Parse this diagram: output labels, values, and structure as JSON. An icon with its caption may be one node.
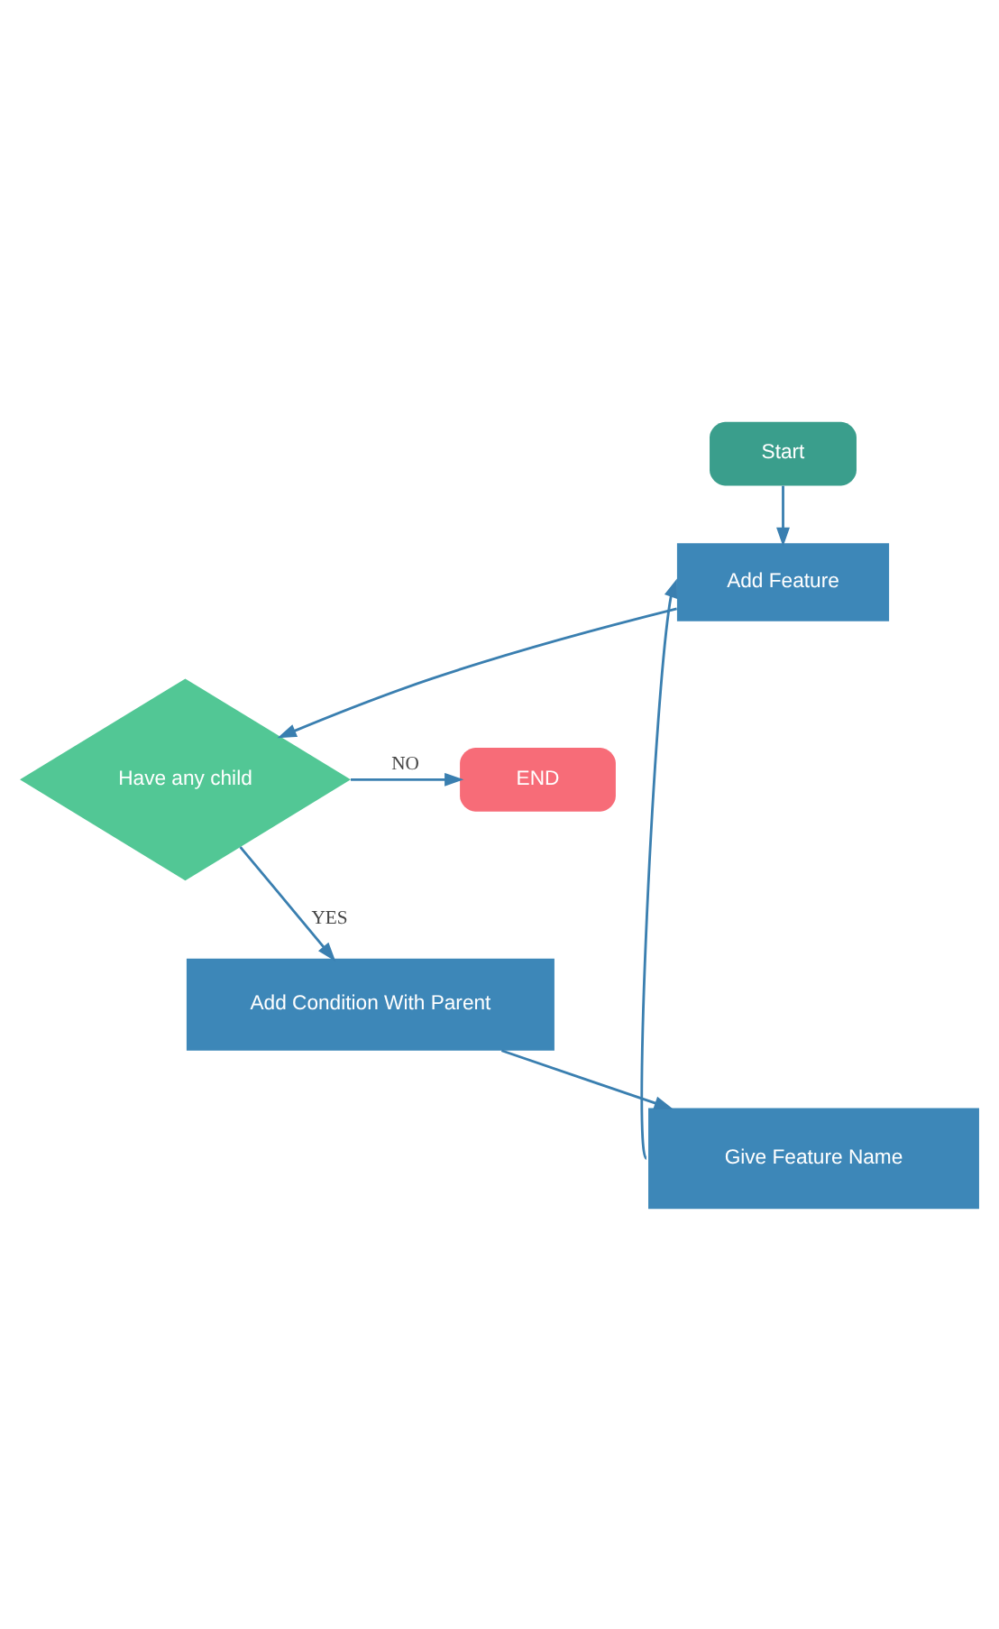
{
  "diagram": {
    "nodes": [
      {
        "text": [
          "Start"
        ]
      },
      {
        "text": [
          "Add Feature"
        ]
      },
      {
        "text": [
          "Have any child"
        ]
      },
      {
        "text": [
          "END"
        ]
      },
      {
        "text": [
          "Add Condition With Parent"
        ]
      },
      {
        "text": [
          "Give Feature Name"
        ]
      }
    ],
    "edges": [
      {
        "from": 0,
        "to": 1,
        "arrow": "to"
      },
      {
        "from": 1,
        "to": 2,
        "arrow": "to"
      },
      {
        "from": 2,
        "to": 3,
        "arrow": "to",
        "label": "NO"
      },
      {
        "from": 2,
        "to": 4,
        "arrow": "to",
        "label": "YES"
      },
      {
        "from": 4,
        "to": 5,
        "arrow": "to"
      },
      {
        "from": 5,
        "to": 1,
        "arrow": "to"
      }
    ]
  }
}
